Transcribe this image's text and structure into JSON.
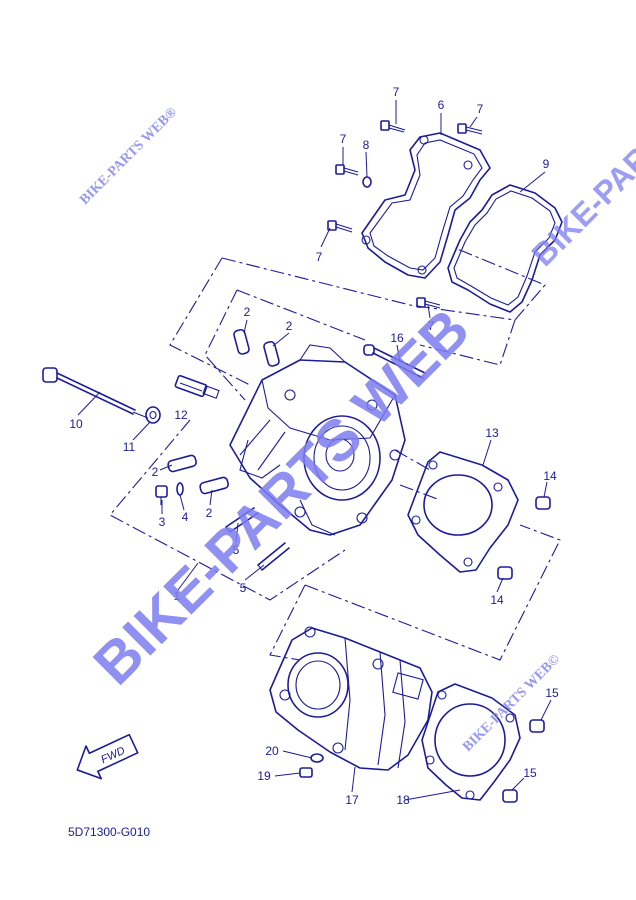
{
  "diagram": {
    "code": "5D71300-G010",
    "fwd_label": "FWD",
    "watermark_main": "BIKE-PARTS WEB",
    "watermark_small": "BIKE-PARTS WEB©",
    "watermark_corner": "BIKE-PARTS WEB®",
    "watermark_side": "BIKE-PARTS WEB©",
    "callouts": [
      "1",
      "2",
      "2",
      "2",
      "2",
      "3",
      "4",
      "5",
      "5",
      "6",
      "7",
      "7",
      "7",
      "7",
      "7",
      "8",
      "9",
      "10",
      "11",
      "12",
      "13",
      "14",
      "14",
      "15",
      "15",
      "16",
      "17",
      "18",
      "19",
      "20"
    ]
  },
  "colors": {
    "line": "#1c1c9a",
    "watermark": "#7b7cf0"
  }
}
